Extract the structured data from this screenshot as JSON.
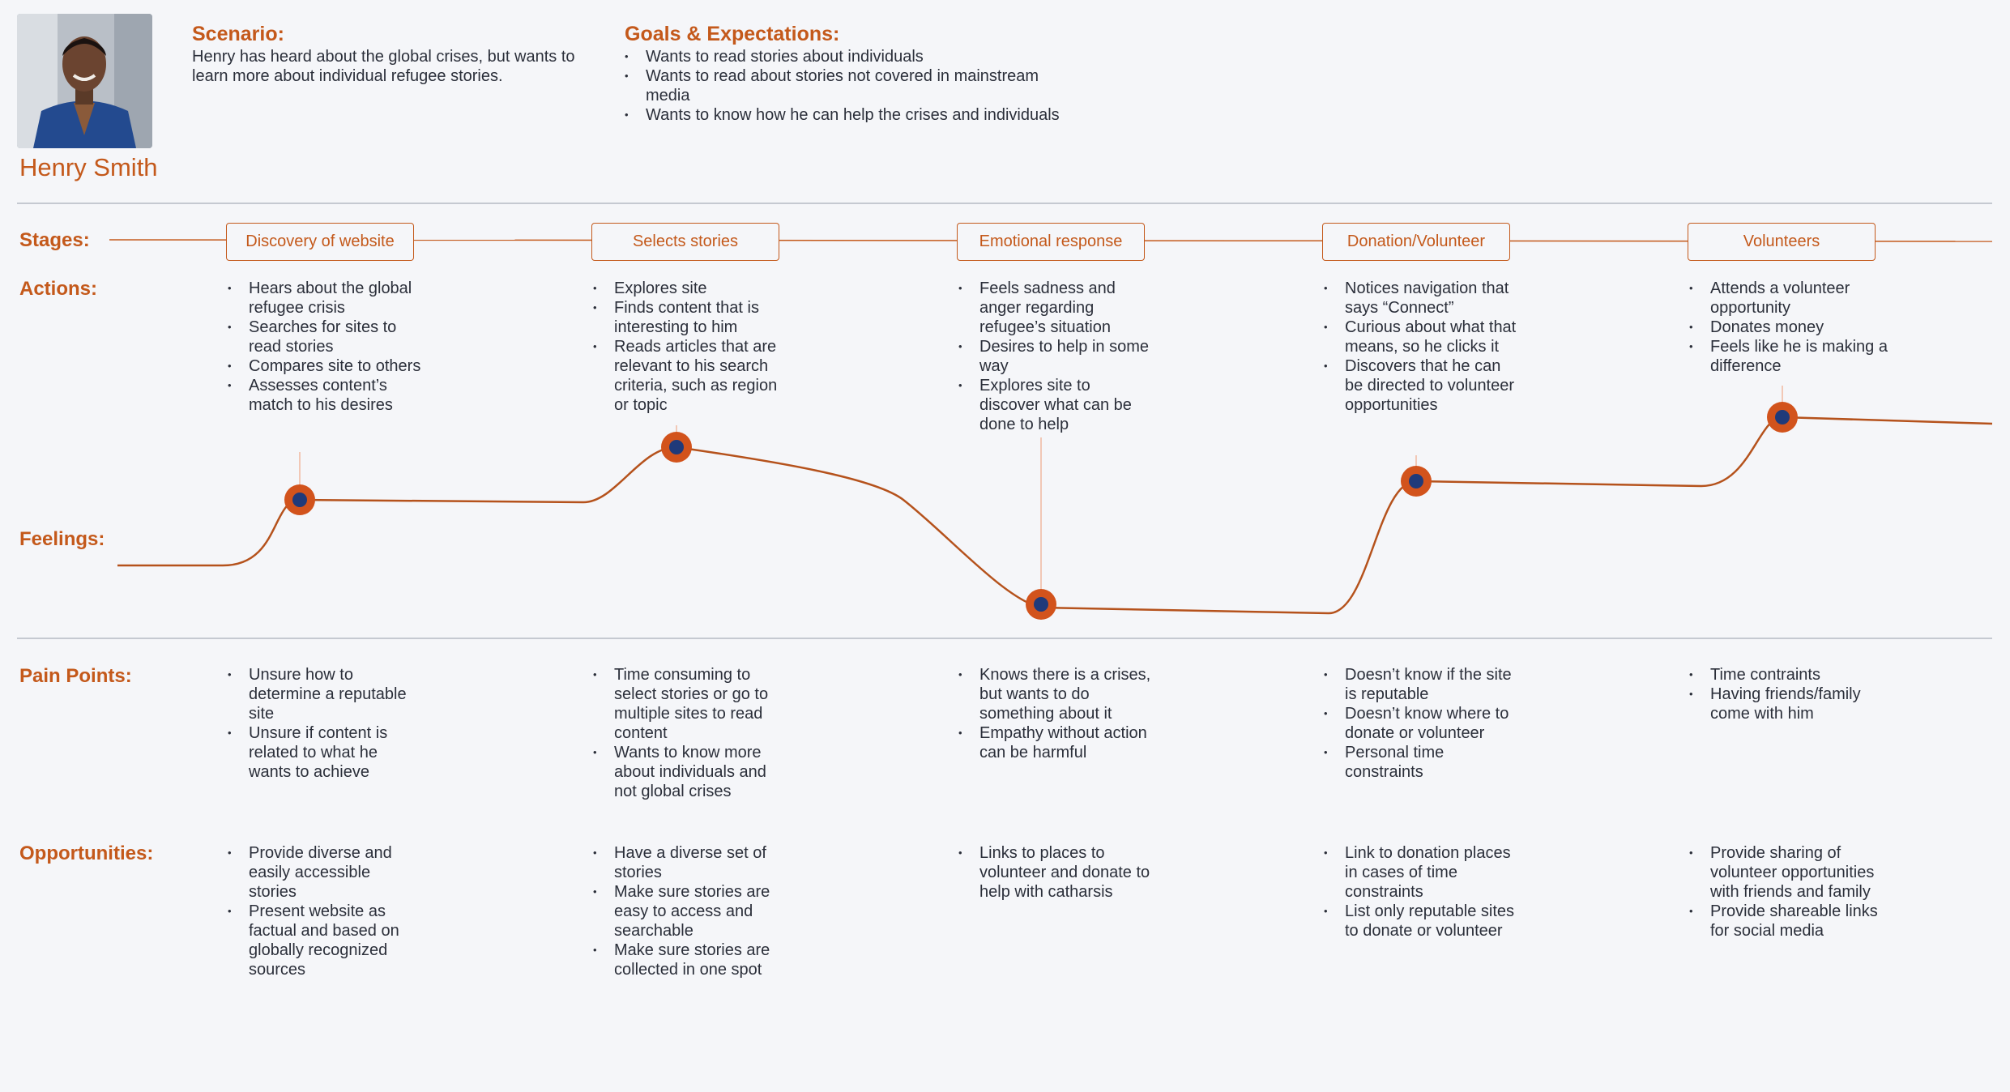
{
  "persona": {
    "name": "Henry Smith",
    "photo": "persona-photo"
  },
  "scenario": {
    "title": "Scenario:",
    "text": "Henry has heard about the global crises, but wants to learn more about individual refugee stories."
  },
  "goals": {
    "title": "Goals & Expectations:",
    "items": [
      "Wants to read stories about individuals",
      "Wants to read about stories not covered in mainstream media",
      "Wants to know how he can help the crises and individuals"
    ]
  },
  "labels": {
    "stages": "Stages:",
    "actions": "Actions:",
    "feelings": "Feelings:",
    "pain_points": "Pain Points:",
    "opportunities": "Opportunities:"
  },
  "stages": [
    {
      "name": "Discovery of website",
      "actions": [
        "Hears about the global refugee crisis",
        "Searches for sites to read stories",
        "Compares site to others",
        "Assesses content’s match to his desires"
      ],
      "pain_points": [
        "Unsure how to determine a reputable site",
        "Unsure if content is related to what he wants to achieve"
      ],
      "opportunities": [
        "Provide diverse and easily accessible stories",
        "Present website as factual and based on globally recognized sources"
      ]
    },
    {
      "name": "Selects stories",
      "actions": [
        "Explores site",
        "Finds content that is interesting to him",
        "Reads articles that are relevant to his search criteria, such as region or topic"
      ],
      "pain_points": [
        "Time consuming to select stories or go to multiple sites to read content",
        "Wants to know more about individuals and not global crises"
      ],
      "opportunities": [
        "Have a diverse set of stories",
        "Make sure stories are easy to access and searchable",
        "Make sure stories are collected in one spot"
      ]
    },
    {
      "name": "Emotional response",
      "actions": [
        "Feels sadness and anger regarding refugee’s situation",
        "Desires to help in some way",
        "Explores site to discover what can be done to help"
      ],
      "pain_points": [
        "Knows there is a crises, but wants to do something about it",
        "Empathy without action can be harmful"
      ],
      "opportunities": [
        "Links to places to volunteer and donate to help with catharsis"
      ]
    },
    {
      "name": "Donation/Volunteer",
      "actions": [
        "Notices navigation that says “Connect”",
        "Curious about what that means, so he clicks it",
        "Discovers that he can be directed to volunteer opportunities"
      ],
      "pain_points": [
        "Doesn’t know if the site is reputable",
        "Doesn’t know where to donate or volunteer",
        "Personal time constraints"
      ],
      "opportunities": [
        "Link to donation places in cases of time constraints",
        "List only reputable sites to donate or volunteer"
      ]
    },
    {
      "name": "Volunteers",
      "actions": [
        "Attends a volunteer opportunity",
        "Donates money",
        "Feels like he is making a difference"
      ],
      "pain_points": [
        "Time contraints",
        "Having friends/family come with him"
      ],
      "opportunities": [
        "Provide sharing of volunteer opportunities with friends and family",
        "Provide shareable links for social media"
      ]
    }
  ],
  "colors": {
    "accent": "#c4591b",
    "marker_outer": "#d2531c",
    "marker_inner": "#1f3a7a",
    "text": "#2b2f3a",
    "divider": "#c5c9d1",
    "background": "#f5f6f9"
  }
}
